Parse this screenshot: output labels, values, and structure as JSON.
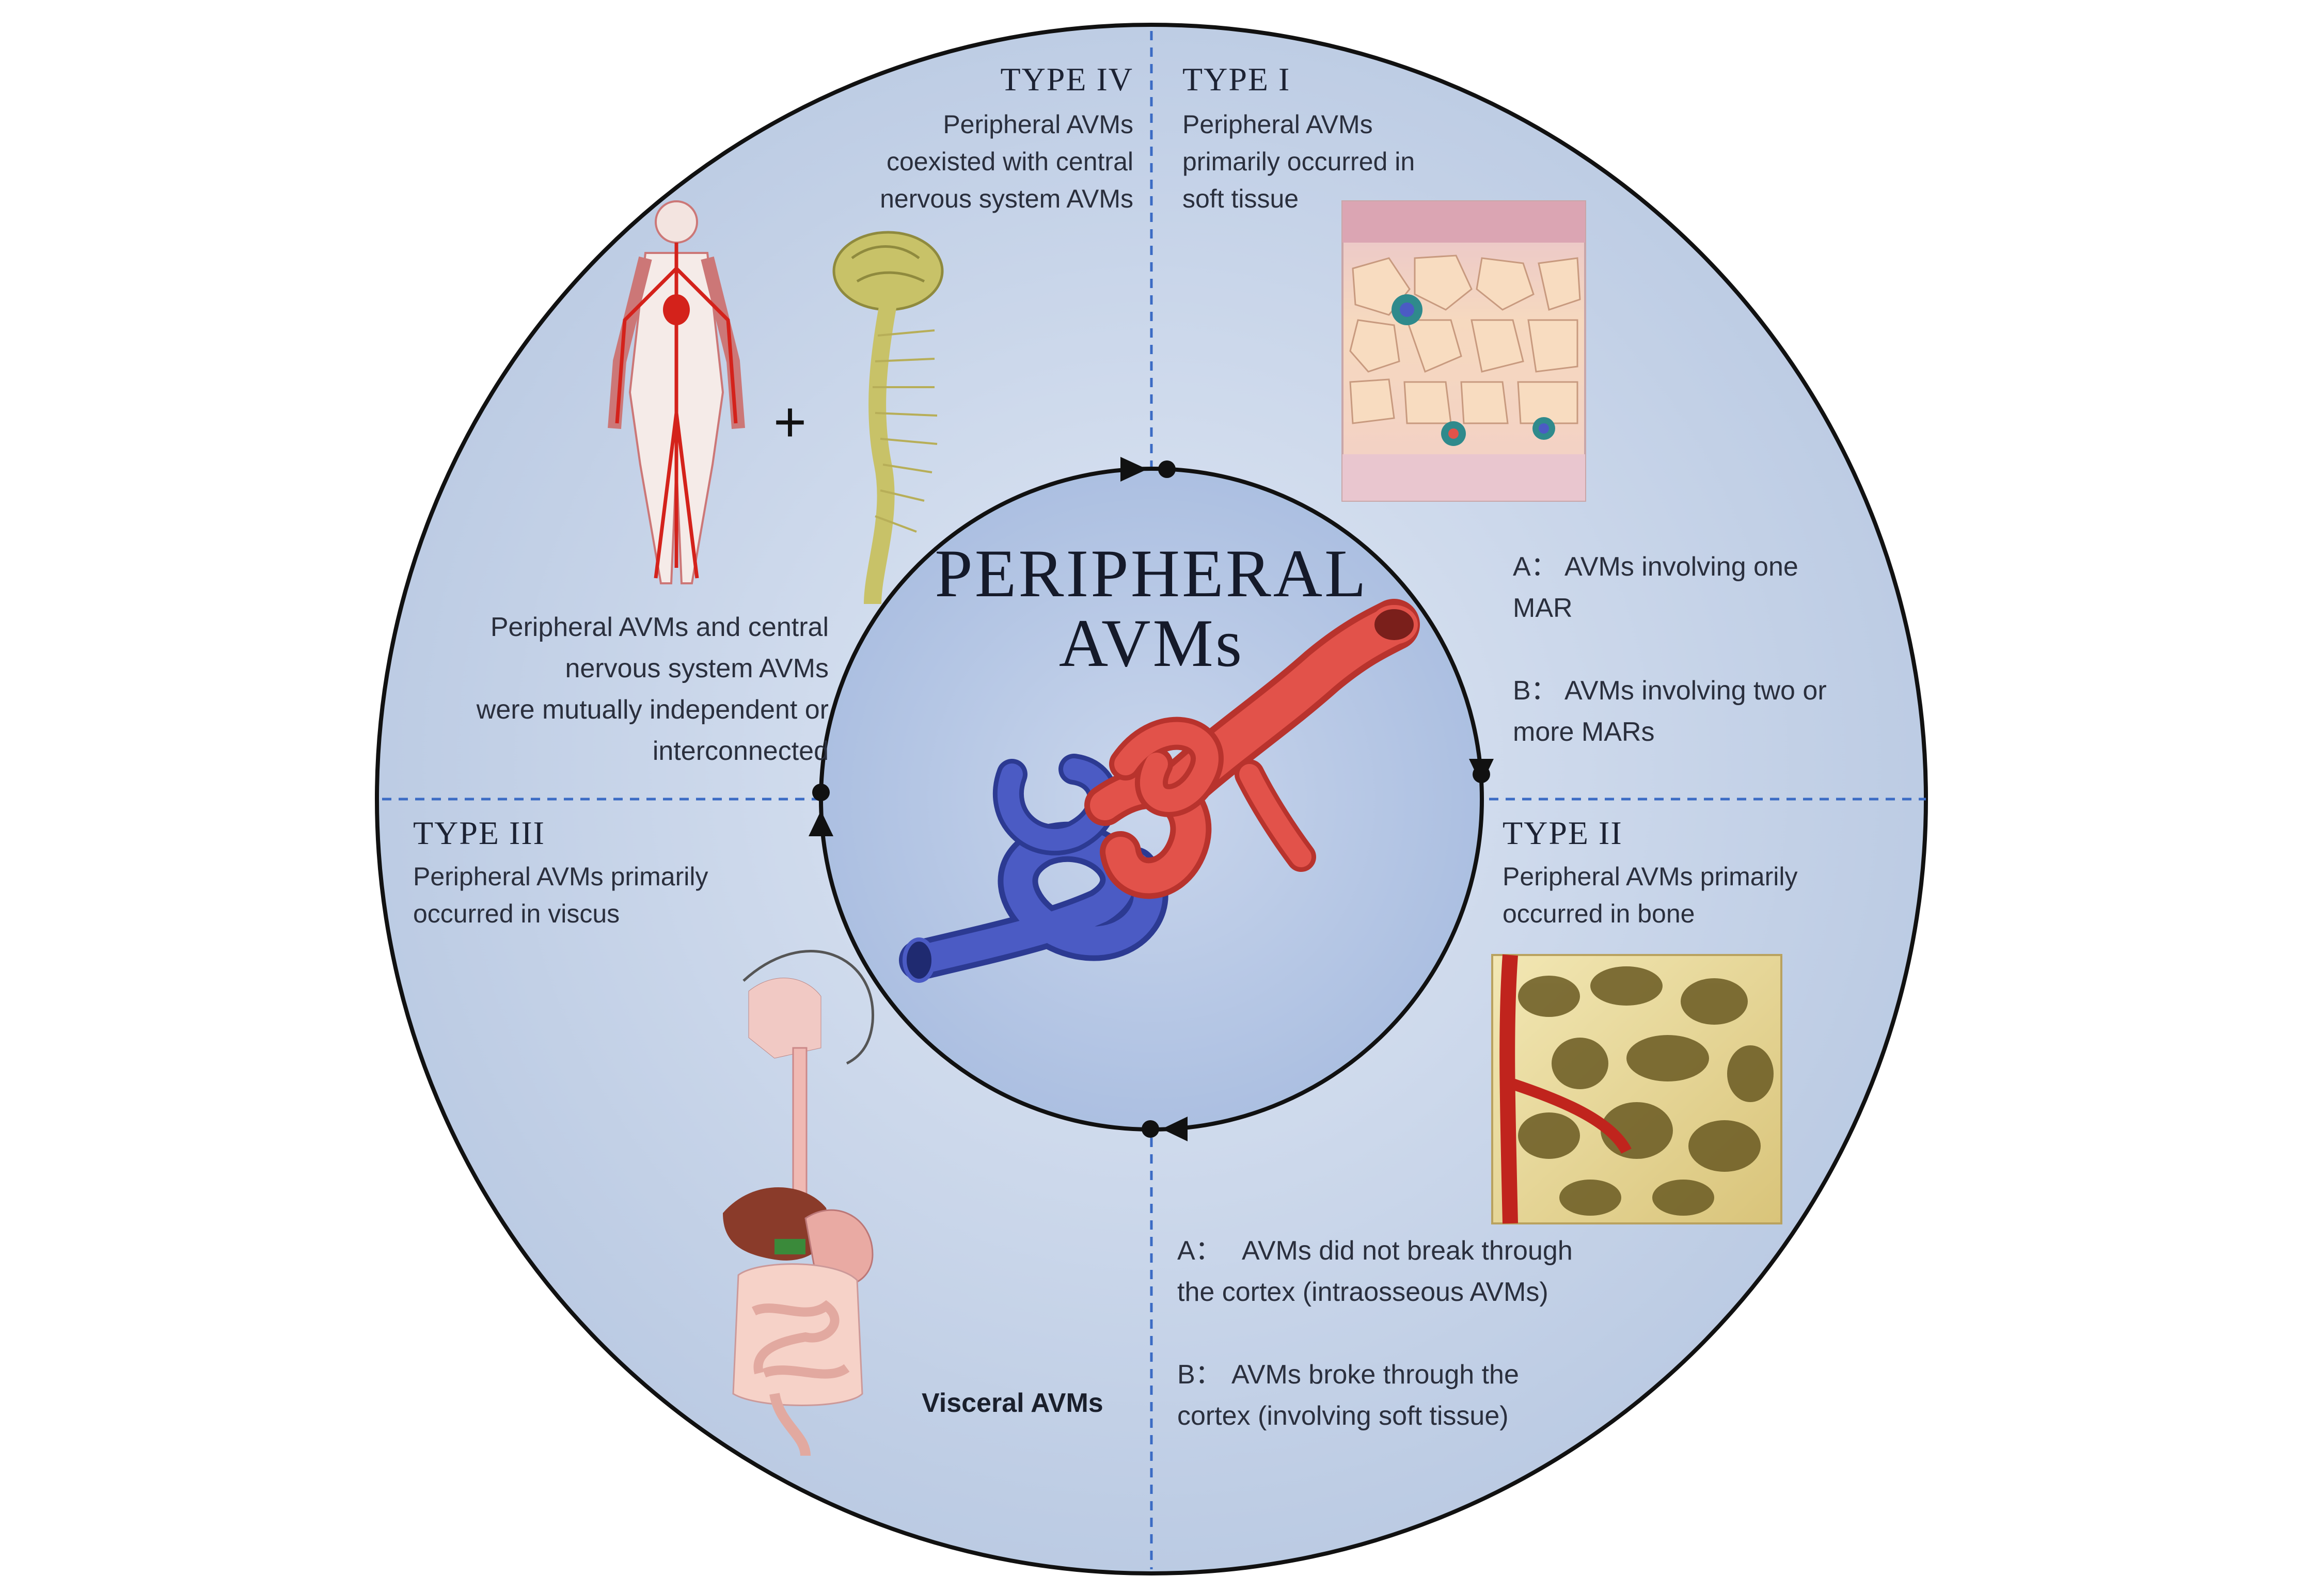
{
  "center": {
    "title_line1": "PERIPHERAL",
    "title_line2": "AVMs"
  },
  "type1": {
    "title": "TYPE  I",
    "desc_lines": [
      "Peripheral AVMs",
      "primarily occurred in",
      "soft tissue"
    ],
    "a_label": "A：",
    "a_lines": [
      "AVMs involving one",
      "MAR"
    ],
    "b_label": "B：",
    "b_lines": [
      "AVMs involving two or",
      "more MARs"
    ]
  },
  "type2": {
    "title": "TYPE  II",
    "desc_lines": [
      "Peripheral AVMs primarily",
      "occurred in bone"
    ],
    "a_label": "A：",
    "a_lines": [
      "AVMs did not break through",
      "the cortex (intraosseous AVMs)"
    ],
    "b_label": "B：",
    "b_lines": [
      "AVMs broke through the",
      "cortex (involving soft tissue)"
    ]
  },
  "type3": {
    "title": "TYPE  III",
    "desc_lines": [
      "Peripheral AVMs primarily",
      "occurred in viscus"
    ],
    "caption": "Visceral AVMs"
  },
  "type4": {
    "title": "TYPE  IV",
    "desc_lines": [
      "Peripheral AVMs",
      "coexisted with central",
      "nervous system AVMs"
    ],
    "plus": "+",
    "note_lines": [
      "Peripheral AVMs and central",
      "nervous system AVMs",
      "were mutually independent or",
      "interconnected"
    ]
  },
  "colors": {
    "circle_fill": "#c9d6ea",
    "inner_fill": "#b6c8e4",
    "artery": "#e2524a",
    "vein": "#4653b8",
    "divider": "#3b6bc4"
  }
}
